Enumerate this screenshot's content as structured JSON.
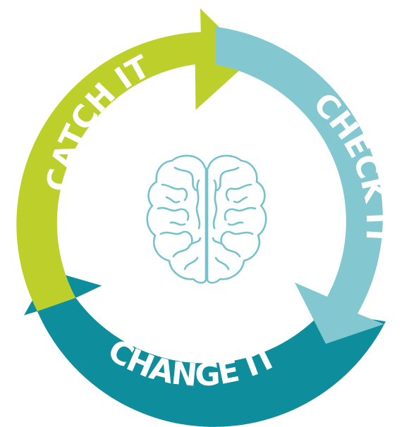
{
  "cycle": {
    "steps": [
      {
        "id": "catch",
        "label": "CATCH IT",
        "color": "#BCCF2B"
      },
      {
        "id": "check",
        "label": "CHECK IT",
        "color": "#83C8D1"
      },
      {
        "id": "change",
        "label": "CHANGE IT",
        "color": "#0E8E9C"
      }
    ]
  },
  "center_icon": {
    "name": "brain-icon",
    "color": "#74C2CC"
  }
}
